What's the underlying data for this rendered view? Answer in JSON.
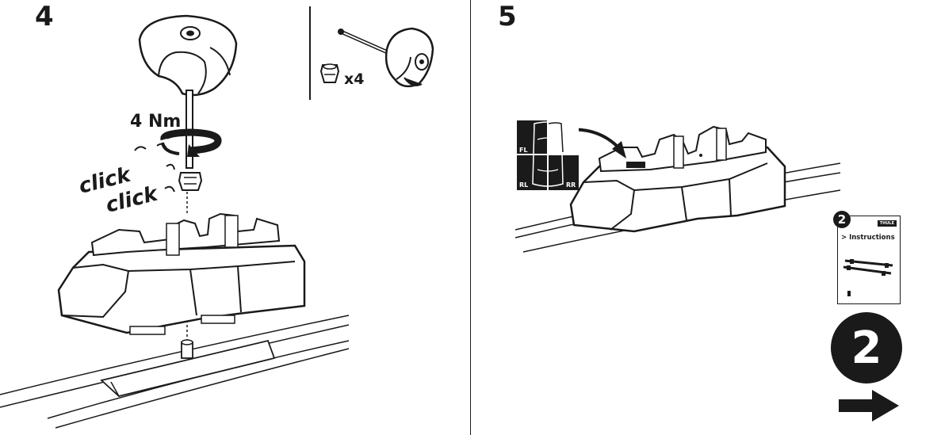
{
  "step4": {
    "number": "4",
    "torque_label": "4 Nm",
    "click_sound_1": "click",
    "click_sound_2": "click",
    "parts_quantity": "x4"
  },
  "step5": {
    "number": "5",
    "position_labels": {
      "front_left": "FL",
      "rear_left": "RL",
      "rear_right": "RR"
    }
  },
  "next_reference": {
    "booklet_number": "2",
    "booklet_title": "> Instructions",
    "booklet_brand": "THULE",
    "next_number": "2"
  }
}
